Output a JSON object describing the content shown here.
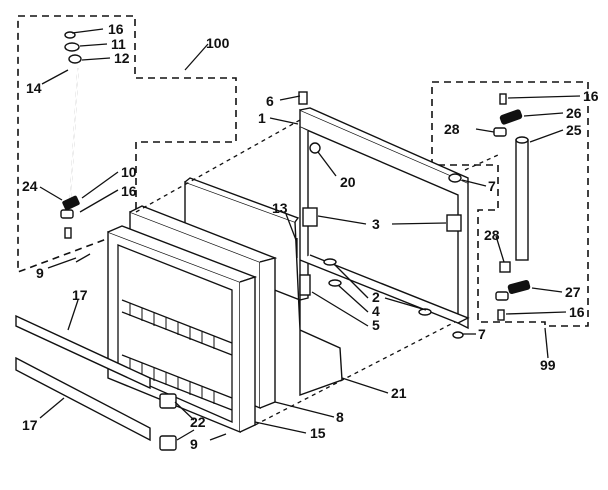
{
  "diagram": {
    "callouts": [
      {
        "id": "c16a",
        "text": "16"
      },
      {
        "id": "c11",
        "text": "11"
      },
      {
        "id": "c12",
        "text": "12"
      },
      {
        "id": "c14",
        "text": "14"
      },
      {
        "id": "c100",
        "text": "100"
      },
      {
        "id": "c10",
        "text": "10"
      },
      {
        "id": "c16b",
        "text": "16"
      },
      {
        "id": "c24",
        "text": "24"
      },
      {
        "id": "c9a",
        "text": "9"
      },
      {
        "id": "c17a",
        "text": "17"
      },
      {
        "id": "c17b",
        "text": "17"
      },
      {
        "id": "c6",
        "text": "6"
      },
      {
        "id": "c1",
        "text": "1"
      },
      {
        "id": "c20",
        "text": "20"
      },
      {
        "id": "c13",
        "text": "13"
      },
      {
        "id": "c3",
        "text": "3"
      },
      {
        "id": "c2",
        "text": "2"
      },
      {
        "id": "c4",
        "text": "4"
      },
      {
        "id": "c5",
        "text": "5"
      },
      {
        "id": "c7a",
        "text": "7"
      },
      {
        "id": "c7b",
        "text": "7"
      },
      {
        "id": "c21",
        "text": "21"
      },
      {
        "id": "c8",
        "text": "8"
      },
      {
        "id": "c15",
        "text": "15"
      },
      {
        "id": "c22",
        "text": "22"
      },
      {
        "id": "c9b",
        "text": "9"
      },
      {
        "id": "c16c",
        "text": "16"
      },
      {
        "id": "c26",
        "text": "26"
      },
      {
        "id": "c28a",
        "text": "28"
      },
      {
        "id": "c25",
        "text": "25"
      },
      {
        "id": "c28b",
        "text": "28"
      },
      {
        "id": "c27",
        "text": "27"
      },
      {
        "id": "c16d",
        "text": "16"
      },
      {
        "id": "c99",
        "text": "99"
      }
    ]
  }
}
